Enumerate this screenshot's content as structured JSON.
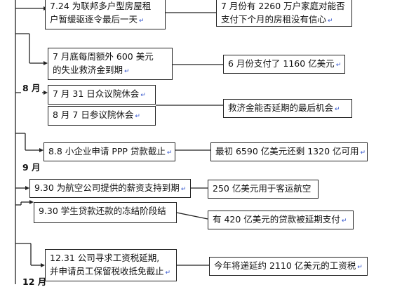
{
  "months": [
    "8 月",
    "9 月",
    "12 月"
  ],
  "events": [
    "7.24 为联邦多户型房屋租",
    "户暂缓驱逐令最后一天",
    "7 月底每周额外 600 美元",
    "的失业救济金到期",
    "7 月 31 日众议院休会",
    "8 月 7 日参议院休会",
    "8.8 小企业申请 PPP 贷款截止",
    "9.30 为航空公司提供的薪资支持到期",
    "9.30 学生贷款还款的冻结阶段结",
    "12.31 公司寻求工资税延期,",
    "并申请员工保留税收抵免截止"
  ],
  "notes": [
    "7 月份有 2260 万户家庭对能否",
    "支付下个月的房租没有信心",
    "6 月份支付了 1160 亿美元",
    "救济金能否延期的最后机会",
    "最初 6590 亿美元还剩 1320 亿可用",
    "250 亿美元用于客运航空",
    "有 420 亿美元的贷款被延期支付",
    "今年将递延约 2110 亿美元的工资税"
  ],
  "colors": {
    "line": "#222222",
    "mark": "#3355cc"
  }
}
